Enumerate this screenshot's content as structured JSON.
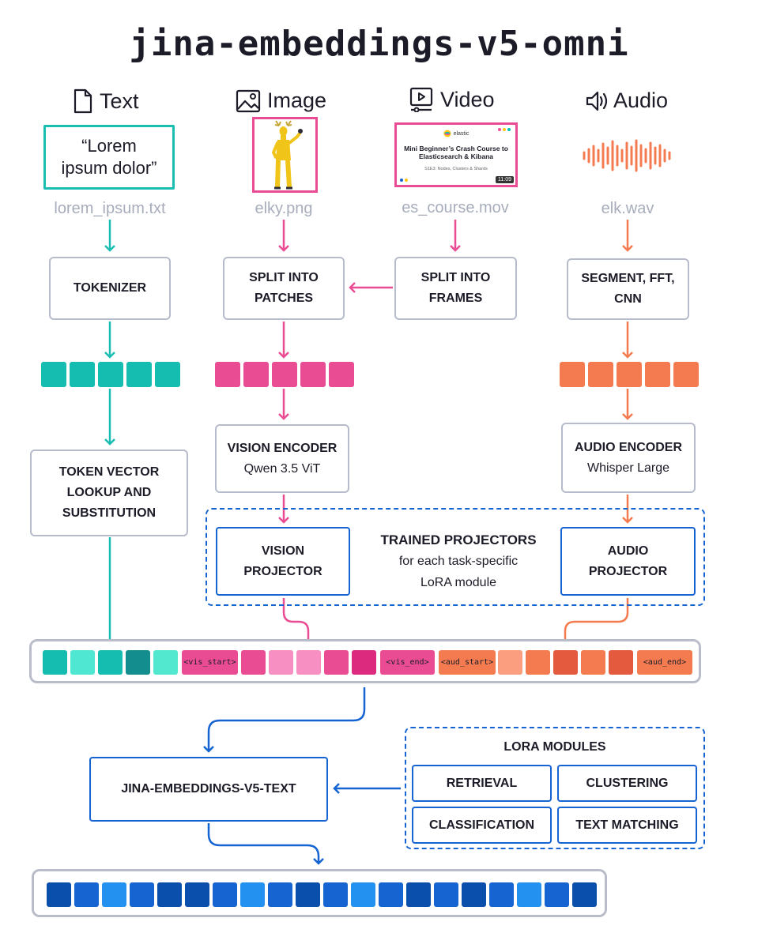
{
  "title": "jina-embeddings-v5-omni",
  "modalities": {
    "text": {
      "label": "Text",
      "icon": "document-icon",
      "sample": "“Lorem ipsum dolor”",
      "file": "lorem_ipsum.txt"
    },
    "image": {
      "label": "Image",
      "icon": "image-icon",
      "file": "elky.png"
    },
    "video": {
      "label": "Video",
      "icon": "video-icon",
      "file": "es_course.mov",
      "thumb": {
        "brand": "elastic",
        "title": "Mini Beginner’s Crash Course to Elasticsearch & Kibana",
        "subtitle": "S1E3: Nodes, Clusters & Shards",
        "duration": "11:09"
      }
    },
    "audio": {
      "label": "Audio",
      "icon": "speaker-icon",
      "file": "elk.wav"
    }
  },
  "steps": {
    "tokenizer": "TOKENIZER",
    "split_patches": "SPLIT INTO PATCHES",
    "split_frames": "SPLIT INTO FRAMES",
    "audio_prep": "SEGMENT, FFT, CNN",
    "token_lookup": "TOKEN VECTOR LOOKUP AND SUBSTITUTION",
    "vision_encoder": {
      "title": "VISION ENCODER",
      "model": "Qwen 3.5 ViT"
    },
    "audio_encoder": {
      "title": "AUDIO ENCODER",
      "model": "Whisper Large"
    }
  },
  "projectors": {
    "title": "TRAINED PROJECTORS",
    "subtitle": "for each task-specific LoRA module",
    "vision": "VISION PROJECTOR",
    "audio": "AUDIO PROJECTOR"
  },
  "sequence_tags": {
    "vis_start": "<vis_start>",
    "vis_end": "<vis_end>",
    "aud_start": "<aud_start>",
    "aud_end": "<aud_end>"
  },
  "model": "JINA-EMBEDDINGS-V5-TEXT",
  "lora": {
    "title": "LORA MODULES",
    "modules": [
      "RETRIEVAL",
      "CLUSTERING",
      "CLASSIFICATION",
      "TEXT MATCHING"
    ]
  },
  "colors": {
    "teal": "#19bdb2",
    "pink": "#ea4c93",
    "orange": "#f47b4f",
    "blue": "#1564d1",
    "gray_border": "#b6bccb",
    "filename": "#a7adbb"
  }
}
